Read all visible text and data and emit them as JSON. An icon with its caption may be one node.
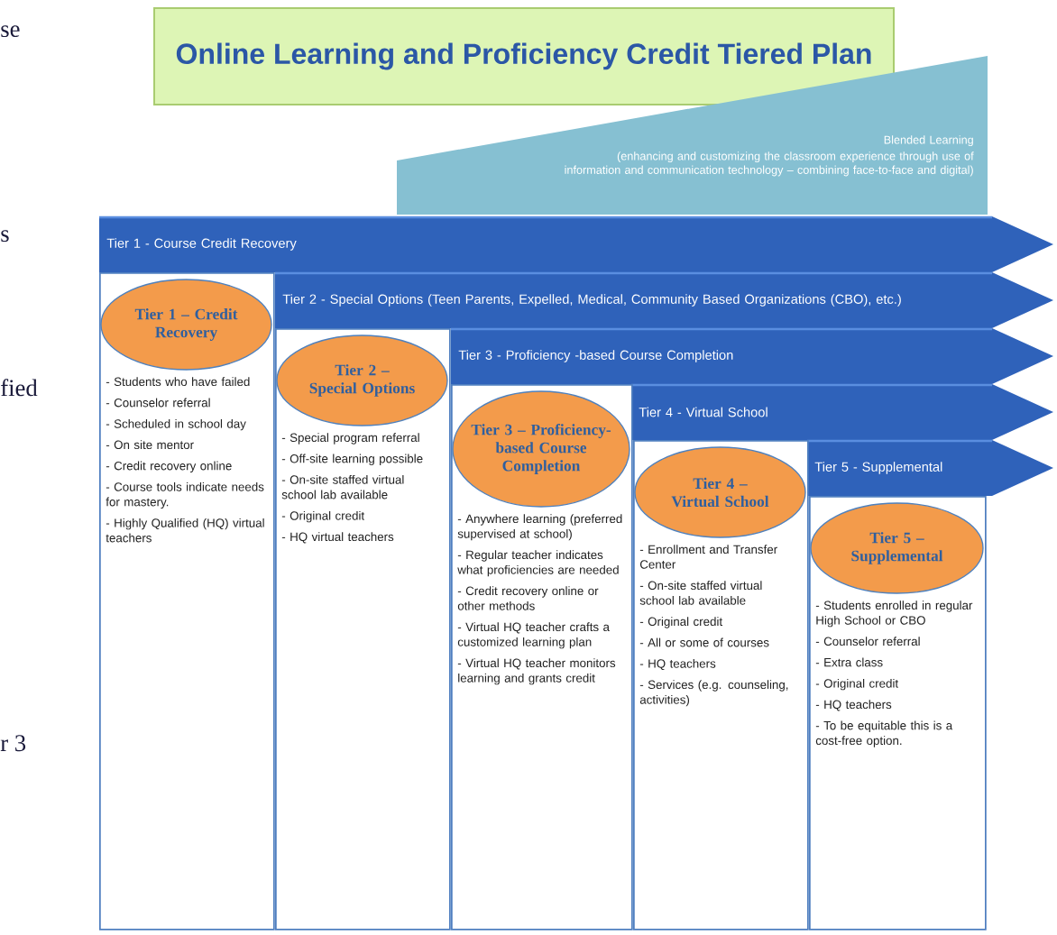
{
  "diagram": {
    "nodes": [
      {
        "text": [
          "Online Learning and Proficiency Credit Tiered Plan"
        ]
      },
      {
        "text": [
          "Blended Learning",
          "(enhancing and customizing the classroom experience through use of information and communication technology – combining face-to-face and digital)"
        ]
      },
      {
        "text": [
          "Tier 1 - Course Credit Recovery"
        ]
      },
      {
        "text": [
          "Tier 2 - Special Options (Teen Parents, Expelled, Medical, Community Based Organizations (CBO), etc.)"
        ]
      },
      {
        "text": [
          "Tier 3 - Proficiency -based Course Completion"
        ]
      },
      {
        "text": [
          "Tier 4 - Virtual School"
        ]
      },
      {
        "text": [
          "Tier 5 - Supplemental"
        ]
      },
      {
        "text": [
          "- Students who have failed",
          "- Counselor referral",
          "- Scheduled in school day",
          "- On site mentor",
          "- Credit recovery online",
          "- Course tools indicate needs for mastery.",
          "- Highly Qualified (HQ) virtual teachers"
        ]
      },
      {
        "text": [
          "- Special program referral",
          "- Off-site learning possible",
          "- On-site staffed virtual school lab available",
          "- Original credit",
          "- HQ virtual teachers"
        ]
      },
      {
        "text": [
          "- Anywhere learning (preferred supervised at school)",
          "- Regular teacher indicates what proficiencies are needed",
          "- Credit recovery online or other methods",
          "- Virtual HQ teacher crafts a customized learning plan",
          "- Virtual HQ teacher monitors learning and grants credit"
        ]
      },
      {
        "text": [
          "- Enrollment and Transfer Center",
          "- On-site staffed virtual school lab available",
          "- Original credit",
          "- All or some of courses",
          "- HQ teachers",
          "- Services (e.g. counseling, activities)"
        ]
      },
      {
        "text": [
          "- Students enrolled in regular High School or CBO",
          "- Counselor referral",
          "- Extra class",
          "- Original credit",
          "- HQ teachers",
          "- To be equitable this is a cost-free option."
        ]
      },
      {
        "text": [
          "Tier 1 – Credit Recovery"
        ],
        "in": 7
      },
      {
        "text": [
          "Tier 2 – Special Options"
        ],
        "in": 8
      },
      {
        "text": [
          "Tier 3 – Proficiency-based Course Completion"
        ],
        "in": 9
      },
      {
        "text": [
          "Tier 4 – Virtual School"
        ],
        "in": 10
      },
      {
        "text": [
          "Tier 5 – Supplemental"
        ],
        "in": 11
      }
    ],
    "labels": [
      "se",
      "s",
      "fied",
      "r 3"
    ]
  }
}
